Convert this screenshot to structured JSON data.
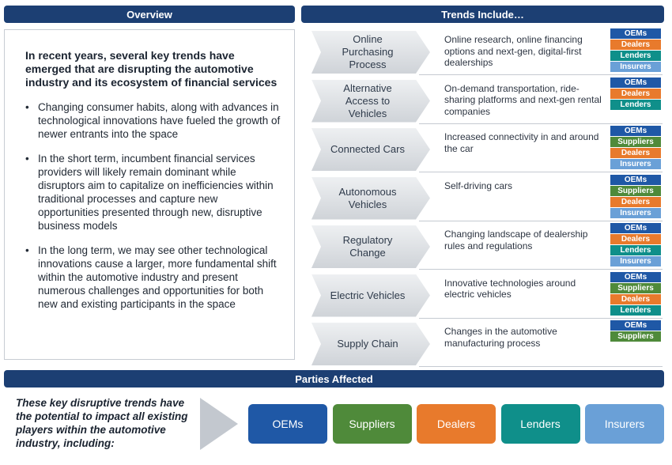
{
  "headers": {
    "overview": "Overview",
    "trends": "Trends Include…",
    "parties": "Parties Affected"
  },
  "overview": {
    "intro": "In recent years, several key trends have emerged that are disrupting the automotive industry and its ecosystem of financial services",
    "bullets": [
      "Changing consumer habits, along with advances in technological innovations have fueled the growth of newer entrants into the space",
      "In the short term, incumbent financial services providers will likely remain dominant while disruptors aim to capitalize on inefficiencies within traditional processes and capture new opportunities presented through new, disruptive business models",
      "In the long term, we may see other technological innovations cause a larger, more fundamental shift within the automotive industry and present numerous challenges and opportunities for both new and existing participants in the space"
    ]
  },
  "trends": [
    {
      "name": "Online Purchasing Process",
      "desc": "Online research, online financing options and next-gen, digital-first dealerships",
      "tags": [
        "OEMs",
        "Dealers",
        "Lenders",
        "Insurers"
      ]
    },
    {
      "name": "Alternative Access to Vehicles",
      "desc": "On-demand transportation, ride-sharing platforms and next-gen rental companies",
      "tags": [
        "OEMs",
        "Dealers",
        "Lenders"
      ]
    },
    {
      "name": "Connected Cars",
      "desc": "Increased connectivity in and around the car",
      "tags": [
        "OEMs",
        "Suppliers",
        "Dealers",
        "Insurers"
      ]
    },
    {
      "name": "Autonomous Vehicles",
      "desc": "Self-driving cars",
      "tags": [
        "OEMs",
        "Suppliers",
        "Dealers",
        "Insurers"
      ]
    },
    {
      "name": "Regulatory Change",
      "desc": "Changing landscape of dealership rules and regulations",
      "tags": [
        "OEMs",
        "Dealers",
        "Lenders",
        "Insurers"
      ]
    },
    {
      "name": "Electric Vehicles",
      "desc": "Innovative technologies around electric vehicles",
      "tags": [
        "OEMs",
        "Suppliers",
        "Dealers",
        "Lenders"
      ]
    },
    {
      "name": "Supply Chain",
      "desc": "Changes in the automotive manufacturing process",
      "tags": [
        "OEMs",
        "Suppliers"
      ]
    }
  ],
  "parties": {
    "text": "These key disruptive trends have the potential to impact all existing players within the automotive industry, including:",
    "boxes": [
      "OEMs",
      "Suppliers",
      "Dealers",
      "Lenders",
      "Insurers"
    ]
  },
  "colors": {
    "header": "#1c3f73",
    "OEMs": "#1f58a6",
    "Suppliers": "#4f8a3a",
    "Dealers": "#e87a2c",
    "Lenders": "#0f8f8a",
    "Insurers": "#6aa0d7"
  }
}
